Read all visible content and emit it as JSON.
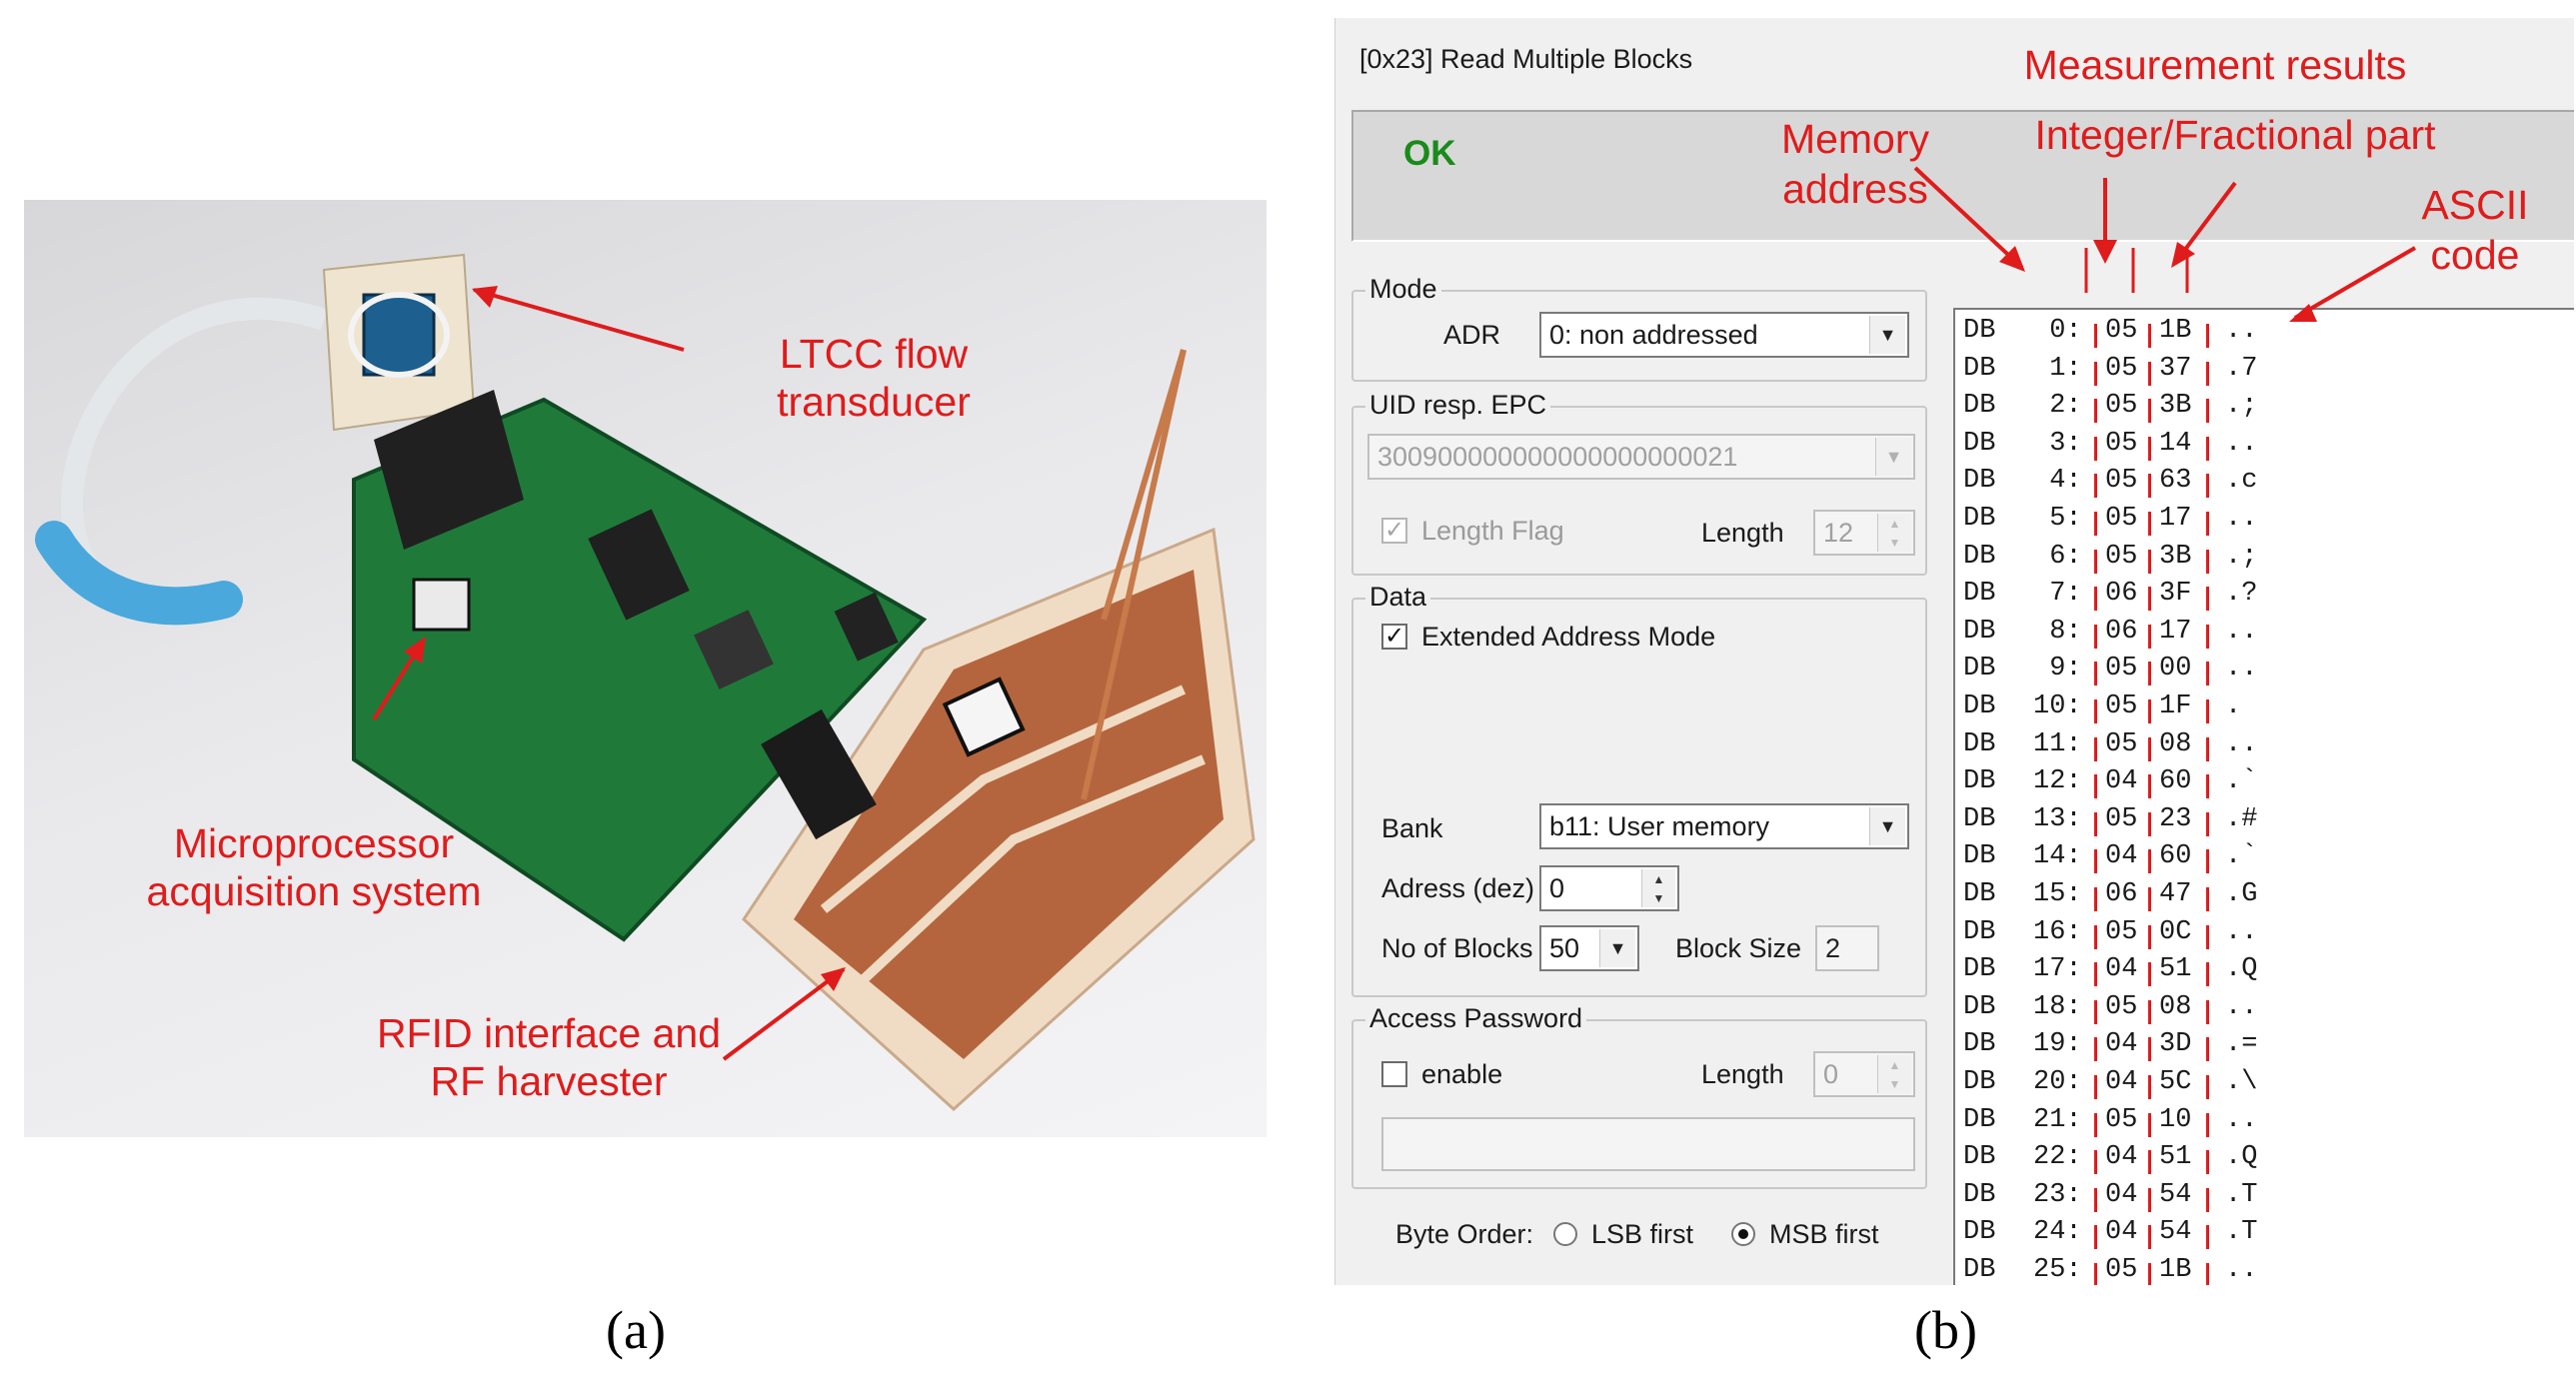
{
  "panel_a": {
    "labels": {
      "ltcc": "LTCC flow\ntransducer",
      "micro": "Microprocessor\nacquisition system",
      "rfid": "RFID interface and\nRF harvester"
    },
    "caption": "(a)"
  },
  "panel_b": {
    "title": "[0x23] Read Multiple Blocks",
    "status": "OK",
    "mode": {
      "group_label": "Mode",
      "adr_label": "ADR",
      "adr_value": "0: non addressed"
    },
    "uid": {
      "group_label": "UID resp. EPC",
      "value": "300900000000000000000021",
      "length_flag_label": "Length Flag",
      "length_label": "Length",
      "length_value": "12"
    },
    "data": {
      "group_label": "Data",
      "extended_label": "Extended Address Mode",
      "bank_label": "Bank",
      "bank_value": "b11: User memory",
      "address_label": "Adress (dez)",
      "address_value": "0",
      "blocks_label": "No of Blocks",
      "blocks_value": "50",
      "block_size_label": "Block Size",
      "block_size_value": "2"
    },
    "password": {
      "group_label": "Access Password",
      "enable_label": "enable",
      "length_label": "Length",
      "length_value": "0",
      "value": ""
    },
    "byte_order": {
      "label": "Byte Order:",
      "lsb": "LSB first",
      "msb": "MSB first",
      "selected": "MSB first"
    },
    "annotations": {
      "measurement": "Measurement results",
      "integer": "Integer/Fractional part",
      "memory": "Memory\naddress",
      "ascii": "ASCII\ncode"
    },
    "dump_rows": [
      {
        "tag": "DB",
        "addr": " 0:",
        "int": "05",
        "frac": "1B",
        "ascii": ".."
      },
      {
        "tag": "DB",
        "addr": " 1:",
        "int": "05",
        "frac": "37",
        "ascii": ".7"
      },
      {
        "tag": "DB",
        "addr": " 2:",
        "int": "05",
        "frac": "3B",
        "ascii": ".;"
      },
      {
        "tag": "DB",
        "addr": " 3:",
        "int": "05",
        "frac": "14",
        "ascii": ".."
      },
      {
        "tag": "DB",
        "addr": " 4:",
        "int": "05",
        "frac": "63",
        "ascii": ".c"
      },
      {
        "tag": "DB",
        "addr": " 5:",
        "int": "05",
        "frac": "17",
        "ascii": ".."
      },
      {
        "tag": "DB",
        "addr": " 6:",
        "int": "05",
        "frac": "3B",
        "ascii": ".;"
      },
      {
        "tag": "DB",
        "addr": " 7:",
        "int": "06",
        "frac": "3F",
        "ascii": ".?"
      },
      {
        "tag": "DB",
        "addr": " 8:",
        "int": "06",
        "frac": "17",
        "ascii": ".."
      },
      {
        "tag": "DB",
        "addr": " 9:",
        "int": "05",
        "frac": "00",
        "ascii": ".."
      },
      {
        "tag": "DB",
        "addr": "10:",
        "int": "05",
        "frac": "1F",
        "ascii": "."
      },
      {
        "tag": "DB",
        "addr": "11:",
        "int": "05",
        "frac": "08",
        "ascii": ".."
      },
      {
        "tag": "DB",
        "addr": "12:",
        "int": "04",
        "frac": "60",
        "ascii": ".`"
      },
      {
        "tag": "DB",
        "addr": "13:",
        "int": "05",
        "frac": "23",
        "ascii": ".#"
      },
      {
        "tag": "DB",
        "addr": "14:",
        "int": "04",
        "frac": "60",
        "ascii": ".`"
      },
      {
        "tag": "DB",
        "addr": "15:",
        "int": "06",
        "frac": "47",
        "ascii": ".G"
      },
      {
        "tag": "DB",
        "addr": "16:",
        "int": "05",
        "frac": "0C",
        "ascii": ".."
      },
      {
        "tag": "DB",
        "addr": "17:",
        "int": "04",
        "frac": "51",
        "ascii": ".Q"
      },
      {
        "tag": "DB",
        "addr": "18:",
        "int": "05",
        "frac": "08",
        "ascii": ".."
      },
      {
        "tag": "DB",
        "addr": "19:",
        "int": "04",
        "frac": "3D",
        "ascii": ".="
      },
      {
        "tag": "DB",
        "addr": "20:",
        "int": "04",
        "frac": "5C",
        "ascii": ".\\"
      },
      {
        "tag": "DB",
        "addr": "21:",
        "int": "05",
        "frac": "10",
        "ascii": ".."
      },
      {
        "tag": "DB",
        "addr": "22:",
        "int": "04",
        "frac": "51",
        "ascii": ".Q"
      },
      {
        "tag": "DB",
        "addr": "23:",
        "int": "04",
        "frac": "54",
        "ascii": ".T"
      },
      {
        "tag": "DB",
        "addr": "24:",
        "int": "04",
        "frac": "54",
        "ascii": ".T"
      },
      {
        "tag": "DB",
        "addr": "25:",
        "int": "05",
        "frac": "1B",
        "ascii": ".."
      }
    ],
    "caption": "(b)"
  },
  "colors": {
    "annotation": "#e01b1b",
    "ok": "#1a8a1a",
    "pcb_green": "#1f7a3a",
    "copper": "#b5653d"
  }
}
